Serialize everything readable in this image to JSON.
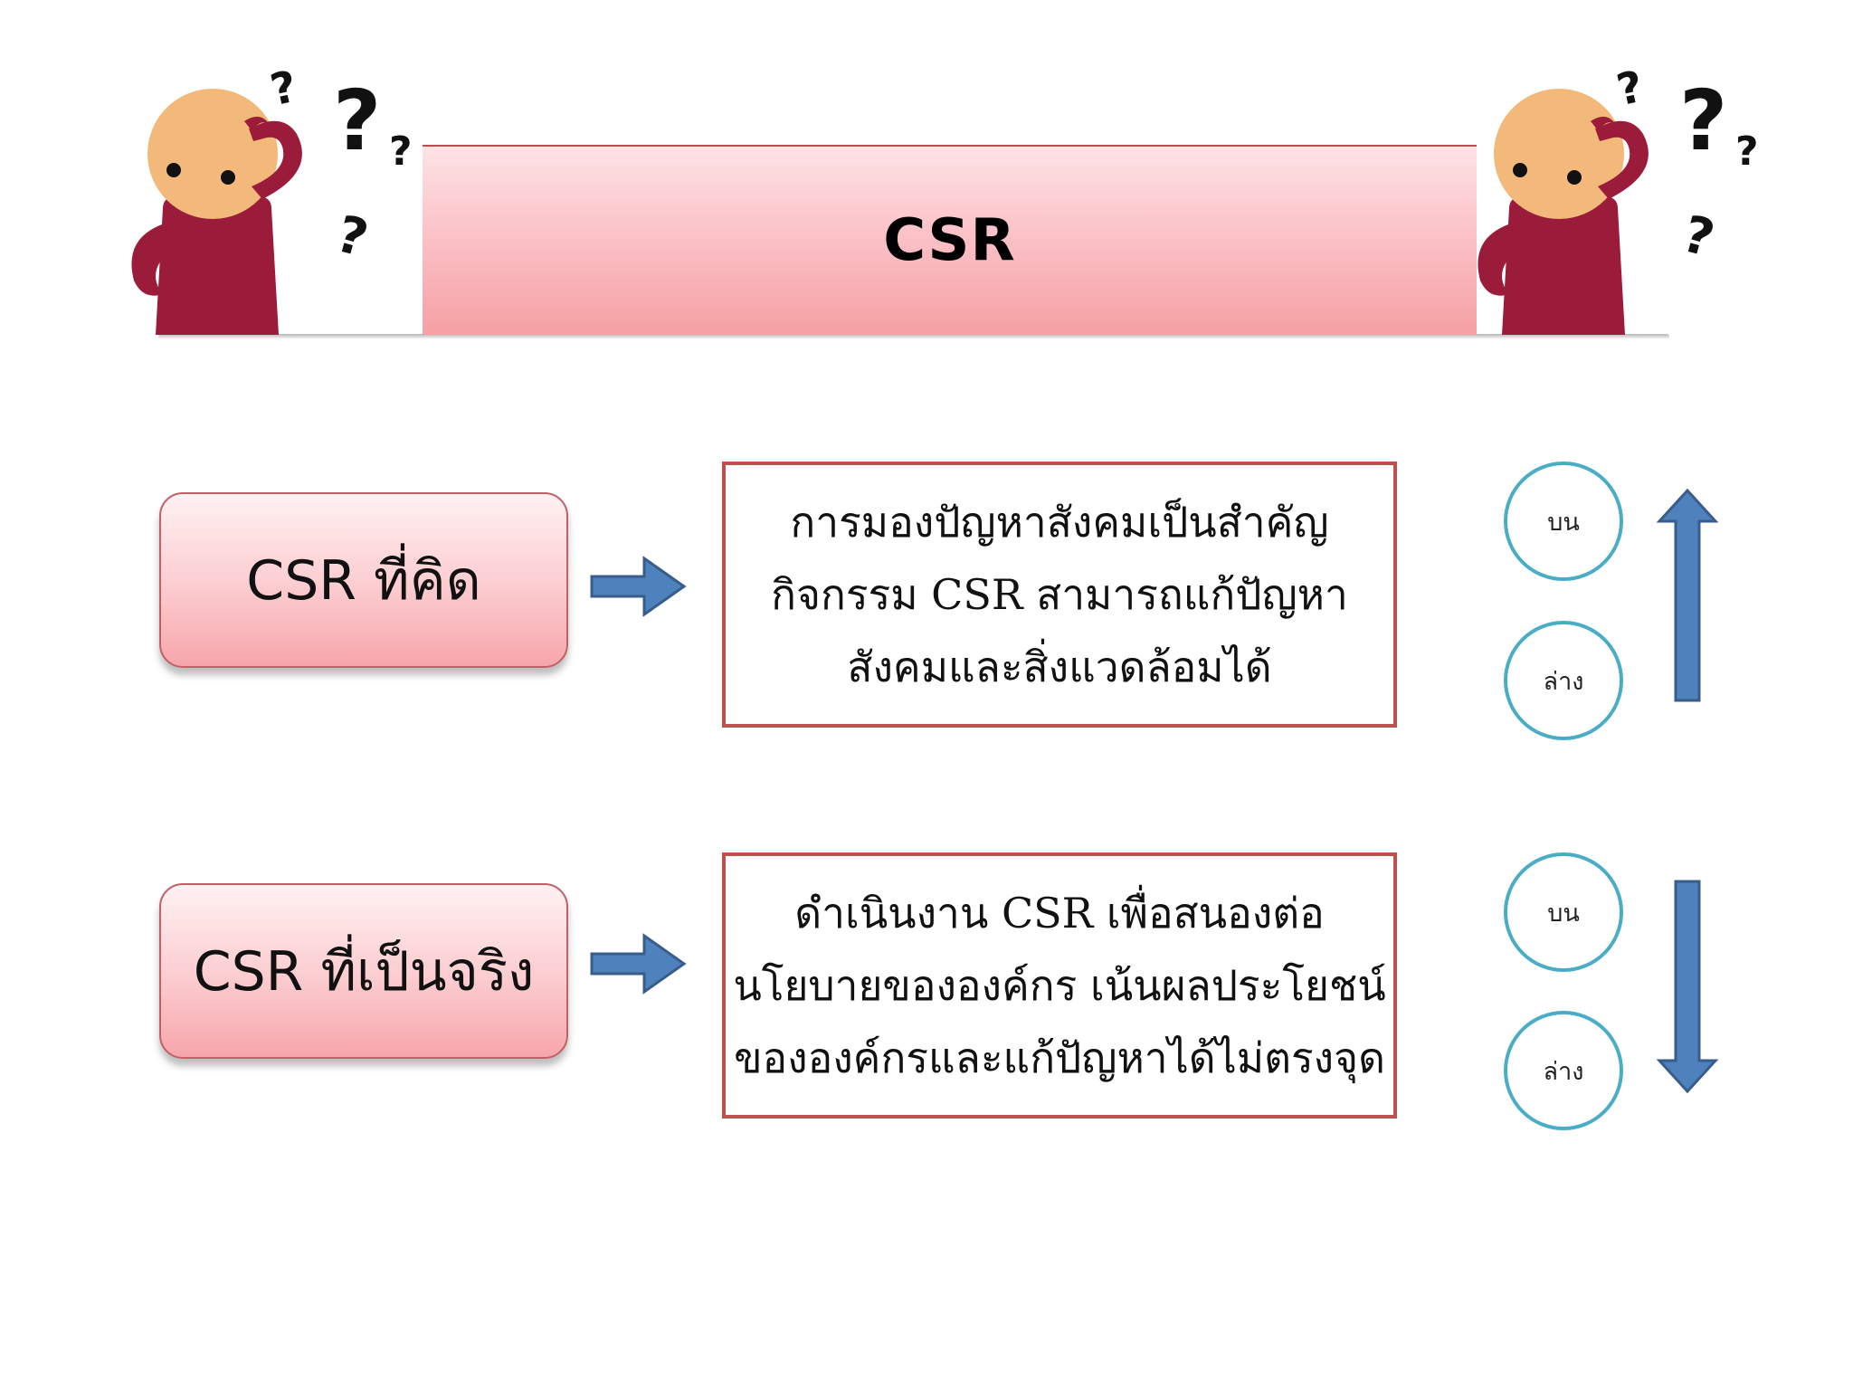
{
  "header": {
    "title": "CSR"
  },
  "rows": [
    {
      "label": "CSR ที่คิด",
      "description_lines": [
        "การมองปัญหาสังคมเป็นสำคัญ",
        "กิจกรรม CSR สามารถแก้ปัญหา",
        "สังคมและสิ่งแวดล้อมได้"
      ],
      "circle_top": "บน",
      "circle_bottom": "ล่าง",
      "direction": "up"
    },
    {
      "label": "CSR ที่เป็นจริง",
      "description_lines": [
        "ดำเนินงาน CSR เพื่อสนองต่อ",
        "นโยบายขององค์กร เน้นผลประโยชน์",
        "ขององค์กรและแก้ปัญหาได้ไม่ตรงจุด"
      ],
      "circle_top": "บน",
      "circle_bottom": "ล่าง",
      "direction": "down"
    }
  ],
  "colors": {
    "banner_pink": "#f6a0a4",
    "box_border": "#c0504d",
    "arrow_blue": "#4f81bd",
    "circle_teal": "#4bacc6",
    "figure_maroon": "#9b1b3b",
    "figure_skin": "#f2b97a"
  },
  "icons": {
    "figures": "confused-thinker-icon",
    "flow": "right-arrow-icon",
    "up": "up-arrow-icon",
    "down": "down-arrow-icon"
  }
}
